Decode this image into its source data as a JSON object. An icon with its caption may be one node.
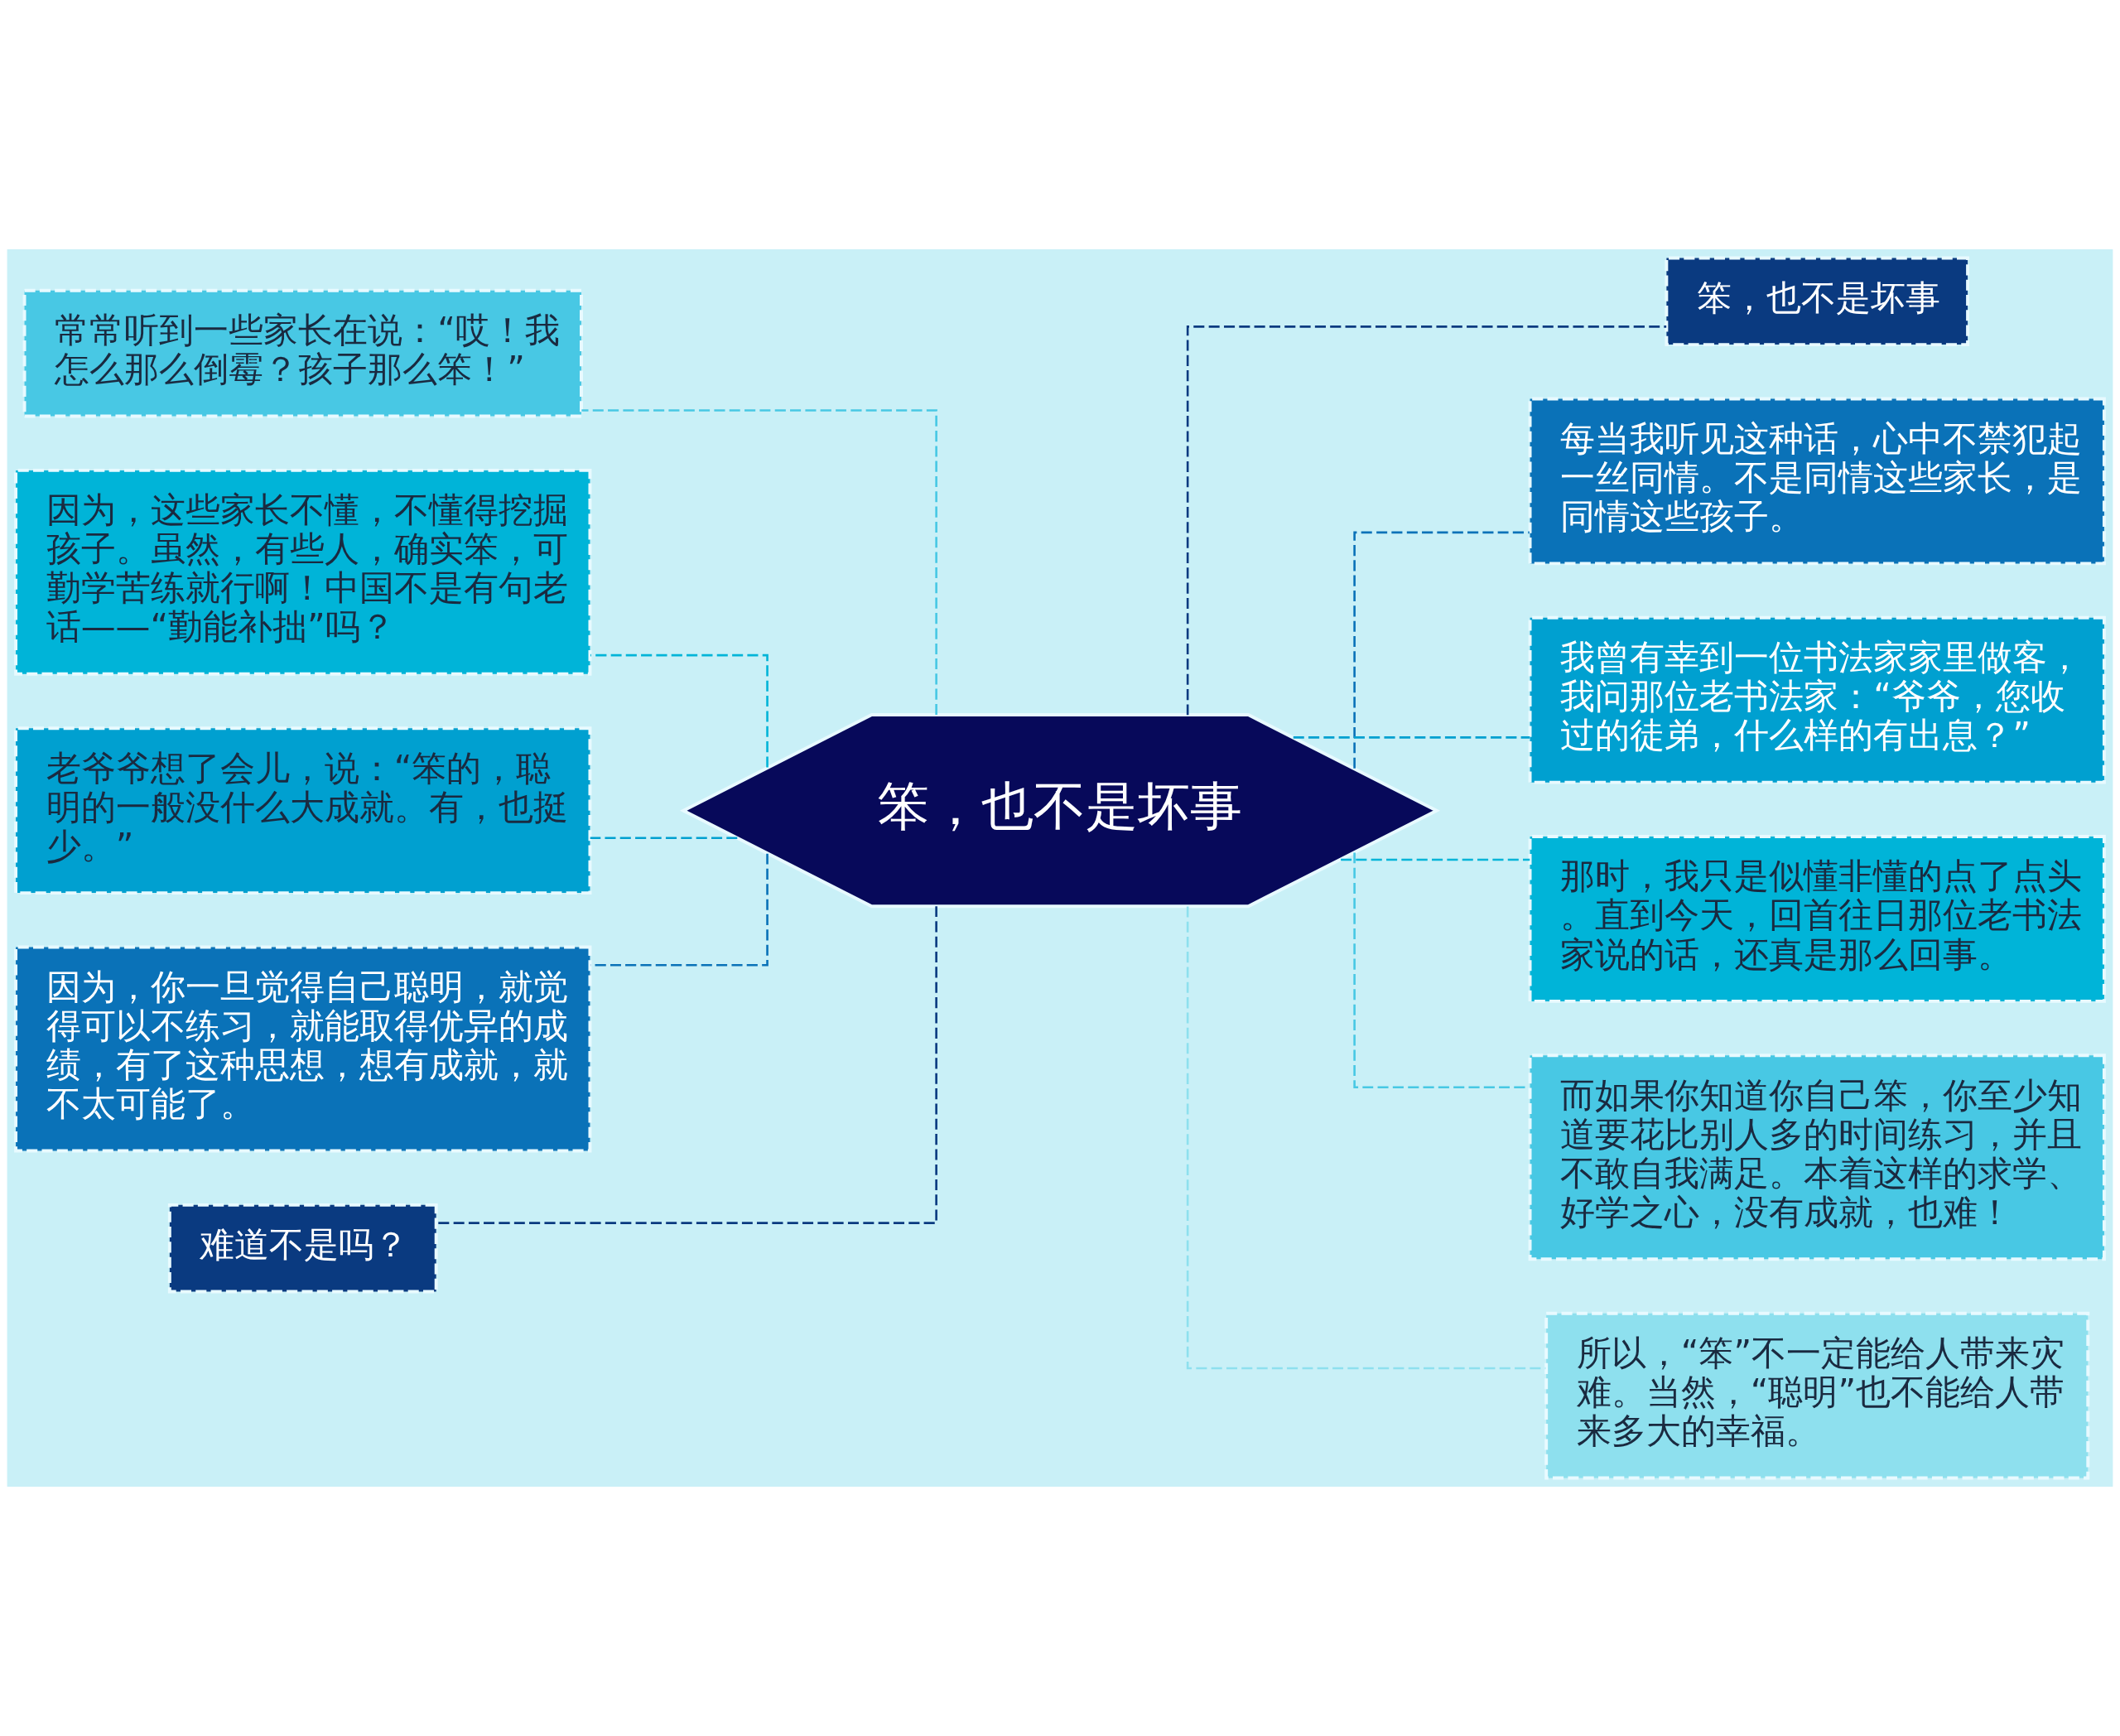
{
  "diagram": {
    "nodes": [
      {
        "text": [
          "笨，也不是坏事"
        ]
      },
      {
        "text": [
          "常常听到一些家长在说：“哎！我怎么那么倒霉？孩子那么笨！”"
        ]
      },
      {
        "text": [
          "因为，这些家长不懂，不懂得挖掘孩子。虽然，有些人，确实笨，可勤学苦练就行啊！中国不是有句老话——“勤能补拙”吗？"
        ]
      },
      {
        "text": [
          "老爷爷想了会儿，说：“笨的，聪明的一般没什么大成就。有，也挺少。”"
        ]
      },
      {
        "text": [
          "因为，你一旦觉得自己聪明，就觉得可以不练习，就能取得优异的成绩，有了这种思想，想有成就，就不太可能了。"
        ]
      },
      {
        "text": [
          "难道不是吗？"
        ]
      },
      {
        "text": [
          "笨，也不是坏事"
        ]
      },
      {
        "text": [
          "每当我听见这种话，心中不禁犯起一丝同情。不是同情这些家长，是同情这些孩子。"
        ]
      },
      {
        "text": [
          "我曾有幸到一位书法家家里做客，我问那位老书法家：“爷爷，您收过的徒弟，什么样的有出息？”"
        ]
      },
      {
        "text": [
          "那时，我只是似懂非懂的点了点头。直到今天，回首往日那位老书法家说的话，还真是那么回事。"
        ]
      },
      {
        "text": [
          "而如果你知道你自己笨，你至少知道要花比别人多的时间练习，并且不敢自我满足。本着这样的求学、好学之心，没有成就，也难！"
        ]
      },
      {
        "text": [
          "所以，“笨”不一定能给人带来灾难。当然，“聪明”也不能给人带来多大的幸福。"
        ]
      }
    ],
    "edges": [
      {
        "from": 0,
        "to": 1,
        "arrow": "none",
        "style": "dashed",
        "color": "#48c8e4"
      },
      {
        "from": 0,
        "to": 2,
        "arrow": "none",
        "style": "dashed",
        "color": "#00b4d8"
      },
      {
        "from": 0,
        "to": 3,
        "arrow": "none",
        "style": "dashed",
        "color": "#00a0d0"
      },
      {
        "from": 0,
        "to": 4,
        "arrow": "none",
        "style": "dashed",
        "color": "#0a72b8"
      },
      {
        "from": 0,
        "to": 5,
        "arrow": "none",
        "style": "dashed",
        "color": "#0a3a80"
      },
      {
        "from": 0,
        "to": 6,
        "arrow": "none",
        "style": "dashed",
        "color": "#0a3a80"
      },
      {
        "from": 0,
        "to": 7,
        "arrow": "none",
        "style": "dashed",
        "color": "#0a72b8"
      },
      {
        "from": 0,
        "to": 8,
        "arrow": "none",
        "style": "dashed",
        "color": "#00a0d0"
      },
      {
        "from": 0,
        "to": 9,
        "arrow": "none",
        "style": "dashed",
        "color": "#00b4d8"
      },
      {
        "from": 0,
        "to": 10,
        "arrow": "none",
        "style": "dashed",
        "color": "#48c8e4"
      },
      {
        "from": 0,
        "to": 11,
        "arrow": "none",
        "style": "dashed",
        "color": "#8ee0ee"
      }
    ]
  }
}
